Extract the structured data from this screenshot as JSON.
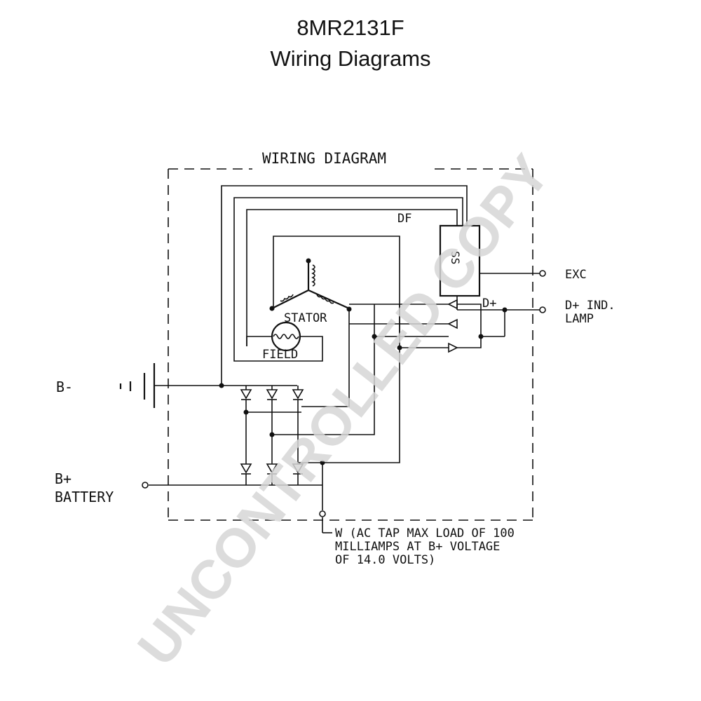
{
  "header": {
    "model": "8MR2131F",
    "subtitle": "Wiring Diagrams"
  },
  "diagram": {
    "box_title": "WIRING DIAGRAM",
    "terminals": {
      "df": "DF",
      "exc": "EXC",
      "d_plus": "D+",
      "d_plus_ind_line1": "D+ IND.",
      "d_plus_ind_line2": "LAMP",
      "b_minus": "B-",
      "b_plus_line1": "B+",
      "b_plus_line2": "BATTERY",
      "w_line1": "W (AC TAP MAX LOAD OF 100",
      "w_line2": "MILLIAMPS AT B+ VOLTAGE",
      "w_line3": "OF 14.0 VOLTS)"
    },
    "components": {
      "stator": "STATOR",
      "field": "FIELD",
      "regulator": "SS"
    }
  },
  "watermark": "UNCONTROLLED COPY",
  "colors": {
    "ink": "#111111",
    "watermark": "#d6d6d6",
    "background": "#ffffff"
  }
}
